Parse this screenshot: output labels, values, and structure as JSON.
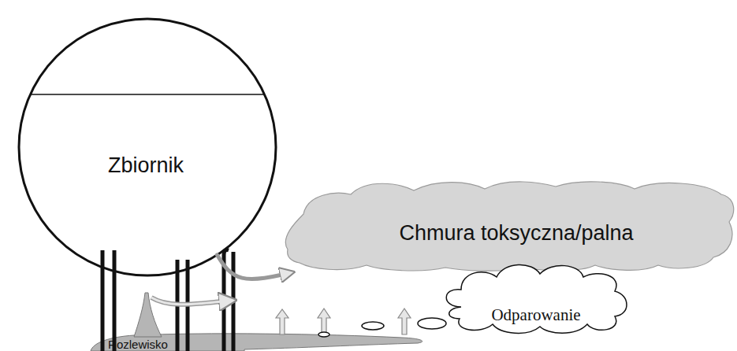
{
  "diagram": {
    "nodes": [
      {
        "text": [
          "Zbiornik"
        ]
      },
      {
        "text": [
          "Chmura toksyczna/palna"
        ]
      },
      {
        "text": [
          "Odparowanie"
        ]
      },
      {
        "text": [
          "Rozlewisko"
        ]
      }
    ],
    "edges": [
      {
        "from": 0,
        "to": 1,
        "arrow": "to"
      }
    ]
  }
}
